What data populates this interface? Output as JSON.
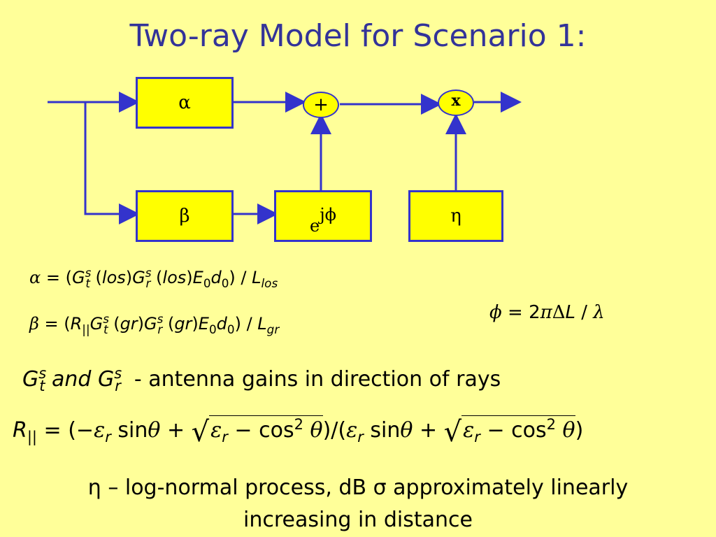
{
  "title": "Two-ray Model for Scenario 1:",
  "diagram": {
    "alpha_label": "α",
    "beta_label": "β",
    "phase_base": "e",
    "phase_exp": "jϕ",
    "eta_label": "η",
    "sum_label": "+",
    "mult_label": "x"
  },
  "equations": {
    "alpha": {
      "lhs": "α",
      "Gt": "G",
      "t": "t",
      "s": "s",
      "los": "los",
      "Gr": "G",
      "r": "r",
      "E": "E",
      "zero": "0",
      "d": "d",
      "L": "L",
      "los_sub": "los"
    },
    "beta": {
      "lhs": "β",
      "R": "R",
      "par": "||",
      "gr": "gr",
      "gr_sub": "gr"
    },
    "phi": {
      "lhs": "ϕ",
      "rhs_num": "2",
      "pi": "π",
      "delta": "Δ",
      "L": "L",
      "lambda": "λ"
    },
    "gains": {
      "and": "and",
      "desc": "- antenna gains in direction of rays"
    },
    "R": {
      "lhs_R": "R",
      "lhs_sub": "||",
      "eps": "ε",
      "r": "r",
      "sin": "sin",
      "theta": "θ",
      "cos": "cos",
      "two": "2"
    },
    "eta": {
      "line1": "η – log-normal process, dB σ approximately linearly",
      "line2": "increasing in distance"
    }
  }
}
